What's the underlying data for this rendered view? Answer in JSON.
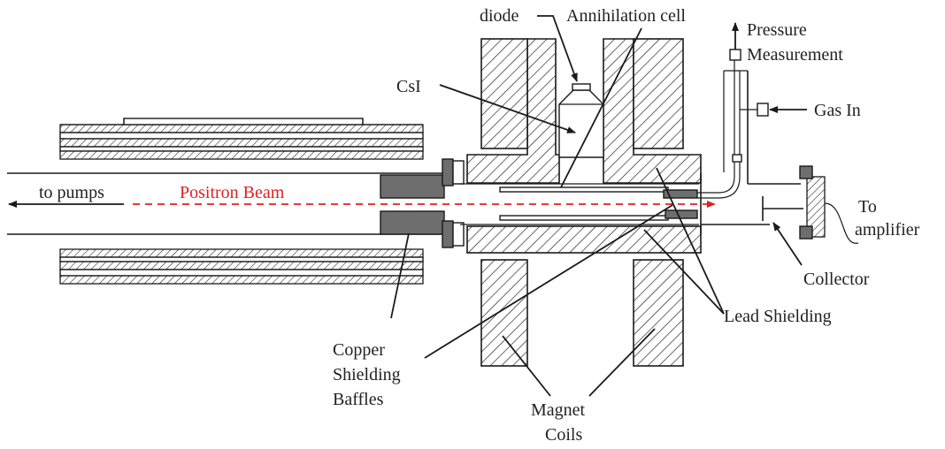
{
  "labels": {
    "diode": "diode",
    "annihilation_cell": "Annihilation cell",
    "pressure_line1": "Pressure",
    "pressure_line2": "Measurement",
    "csi": "CsI",
    "gas_in": "Gas In",
    "to_pumps": "to pumps",
    "positron_beam": "Positron Beam",
    "to_line1": "To",
    "to_line2": "amplifier",
    "collector": "Collector",
    "lead_shielding": "Lead Shielding",
    "copper_line1": "Copper",
    "copper_line2": "Shielding",
    "copper_line3": "Baffles",
    "magnet_line1": "Magnet",
    "magnet_line2": "Coils"
  },
  "colors": {
    "beam": "#e02020",
    "ink": "#1a1a1a",
    "baffle": "#6e6e6e"
  }
}
